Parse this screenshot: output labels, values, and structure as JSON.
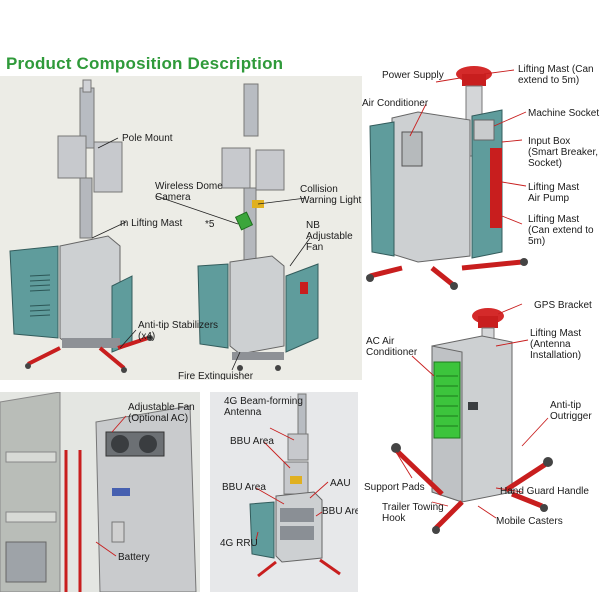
{
  "title": "Product Composition Description",
  "panel1": {
    "labels": {
      "pole_mount": "Pole Mount",
      "wireless_dome_camera": "Wireless Dome Camera",
      "lifting_mast": "m Lifting Mast",
      "count": "*5",
      "collision_warning_light": "Collision Warning Light",
      "nb_adjustable_fan": "NB Adjustable Fan",
      "anti_tip_stabilizers": "Anti-tip Stabilizers (x4)",
      "fire_extinguisher": "Fire Extinguisher"
    }
  },
  "panel2": {
    "labels": {
      "adjustable_fan": "Adjustable Fan (Optional AC)",
      "battery": "Battery"
    }
  },
  "panel3": {
    "labels": {
      "beam_antenna": "4G Beam-forming Antenna",
      "bbu_area_1": "BBU Area",
      "bbu_area_2": "BBU Area",
      "aau": "AAU",
      "bbu_area_3": "BBU Area",
      "rru": "4G RRU"
    }
  },
  "right_top": {
    "labels": {
      "power_supply": "Power Supply",
      "lifting_mast_top": "Lifting Mast (Can extend to 5m)",
      "air_conditioner": "Air Conditioner",
      "machine_socket": "Machine Socket",
      "input_box": "Input Box (Smart Breaker, Socket)",
      "lifting_mast_air_pump": "Lifting Mast Air Pump",
      "lifting_mast_bottom": "Lifting Mast (Can extend to 5m)"
    }
  },
  "right_bottom": {
    "labels": {
      "gps_bracket": "GPS Bracket",
      "lifting_mast_antenna": "Lifting Mast (Antenna Installation)",
      "ac_air_conditioner": "AC Air Conditioner",
      "anti_tip_outrigger": "Anti-tip Outrigger",
      "support_pads": "Support Pads",
      "hand_guard_handle": "Hand Guard Handle",
      "trailer_towing_hook": "Trailer Towing Hook",
      "mobile_casters": "Mobile Casters"
    }
  },
  "colors": {
    "title_green": "#2f9a3a",
    "cabinet_teal": "#5f9c9c",
    "outrigger_red": "#c81e1e",
    "ac_green": "#3cc43c",
    "cabinet_grey": "#c9cbcd"
  }
}
